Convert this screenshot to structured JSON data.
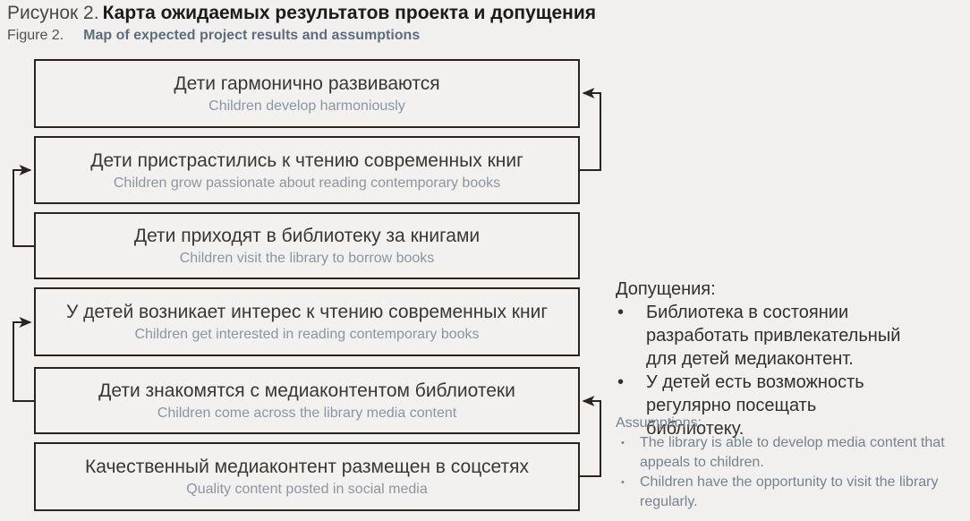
{
  "header": {
    "figure_label_ru": "Рисунок 2.",
    "figure_title_ru": "Карта ожидаемых результатов проекта и допущения",
    "figure_label_en": "Figure 2.",
    "figure_title_en": "Map of expected project results and assumptions"
  },
  "flowchart": {
    "boxes": [
      {
        "ru": "Дети гармонично развиваются",
        "en": "Children develop harmoniously"
      },
      {
        "ru": "Дети пристрастились к чтению современных книг",
        "en": "Children grow passionate about reading contemporary books"
      },
      {
        "ru": "Дети приходят в библиотеку за книгами",
        "en": "Children visit the library to borrow books"
      },
      {
        "ru": "У детей возникает интерес к чтению современных книг",
        "en": "Children get interested in reading contemporary books"
      },
      {
        "ru": "Дети знакомятся с медиаконтентом библиотеки",
        "en": "Children come across the library media content"
      },
      {
        "ru": "Качественный медиаконтент размещен в соцсетях",
        "en": "Quality content posted in social media"
      }
    ],
    "edges": [
      {
        "from_box": 2,
        "to_box": 1,
        "side": "right"
      },
      {
        "from_box": 3,
        "to_box": 2,
        "side": "left"
      },
      {
        "from_box": 5,
        "to_box": 4,
        "side": "left"
      },
      {
        "from_box": 6,
        "to_box": 5,
        "side": "right"
      }
    ]
  },
  "assumptions": {
    "heading_ru": "Допущения:",
    "items_ru": [
      "Библиотека в состоянии разработать привлекательный для детей медиаконтент.",
      "У детей есть возможность регулярно посещать библиотеку."
    ],
    "heading_en": "Assumptions:",
    "items_en": [
      "The library is able to develop media content that appeals to children.",
      "Children have the opportunity to visit the library regularly."
    ]
  },
  "glyphs": {
    "bullet": "•"
  },
  "colors": {
    "background": "#f1f0ee",
    "box_fill": "#f2f1ef",
    "line": "#2b241e",
    "title_bold": "#1d1b18",
    "russian_text": "#3a3733",
    "english_subtitle": "#8b95a2",
    "english_blue": "#5e6d7d"
  }
}
